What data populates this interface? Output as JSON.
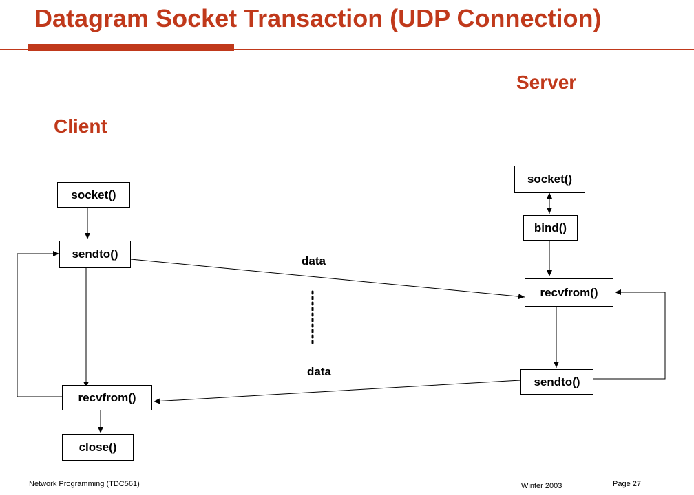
{
  "title": "Datagram Socket Transaction (UDP Connection)",
  "headings": {
    "client": "Client",
    "server": "Server"
  },
  "client": {
    "socket": "socket()",
    "sendto": "sendto()",
    "recvfrom": "recvfrom()",
    "close": "close()"
  },
  "server": {
    "socket": "socket()",
    "bind": "bind()",
    "recvfrom": "recvfrom()",
    "sendto": "sendto()"
  },
  "flows": {
    "request_label": "data",
    "reply_label": "data"
  },
  "footer": {
    "course": "Network Programming  (TDC561)",
    "term": "Winter  2003",
    "page": "Page 27"
  },
  "colors": {
    "accent": "#c0391b",
    "line": "#000000"
  }
}
